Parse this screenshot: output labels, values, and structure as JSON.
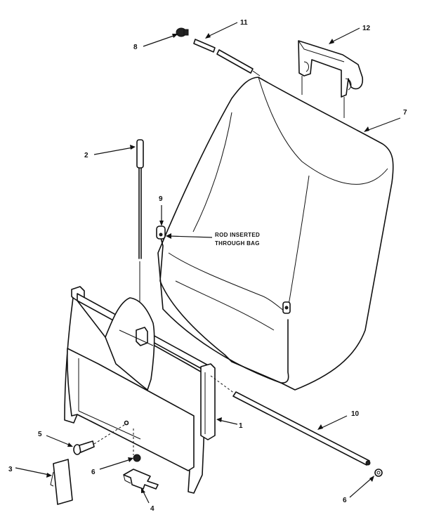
{
  "callouts": {
    "c1": "1",
    "c2": "2",
    "c3": "3",
    "c4": "4",
    "c5": "5",
    "c6a": "6",
    "c6b": "6",
    "c7": "7",
    "c8": "8",
    "c9": "9",
    "c10": "10",
    "c11": "11",
    "c12": "12"
  },
  "note": {
    "line1": "ROD INSERTED",
    "line2": "THROUGH BAG"
  }
}
